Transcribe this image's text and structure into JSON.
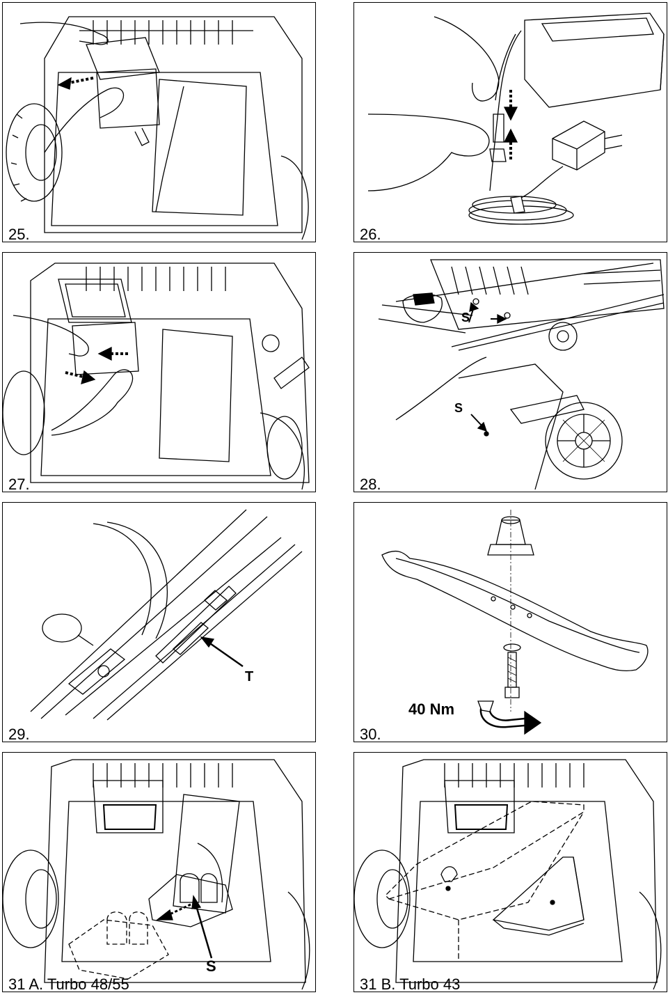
{
  "panels": [
    {
      "caption": "25.",
      "labels": []
    },
    {
      "caption": "26.",
      "labels": []
    },
    {
      "caption": "27.",
      "labels": []
    },
    {
      "caption": "28.",
      "labels": [
        "S",
        "S"
      ]
    },
    {
      "caption": "29.",
      "labels": [
        "T"
      ]
    },
    {
      "caption": "30.",
      "labels": [
        "40 Nm"
      ]
    },
    {
      "caption": "31 A. Turbo 48/55",
      "labels": [
        "S"
      ]
    },
    {
      "caption": "31 B. Turbo 43",
      "labels": []
    }
  ]
}
